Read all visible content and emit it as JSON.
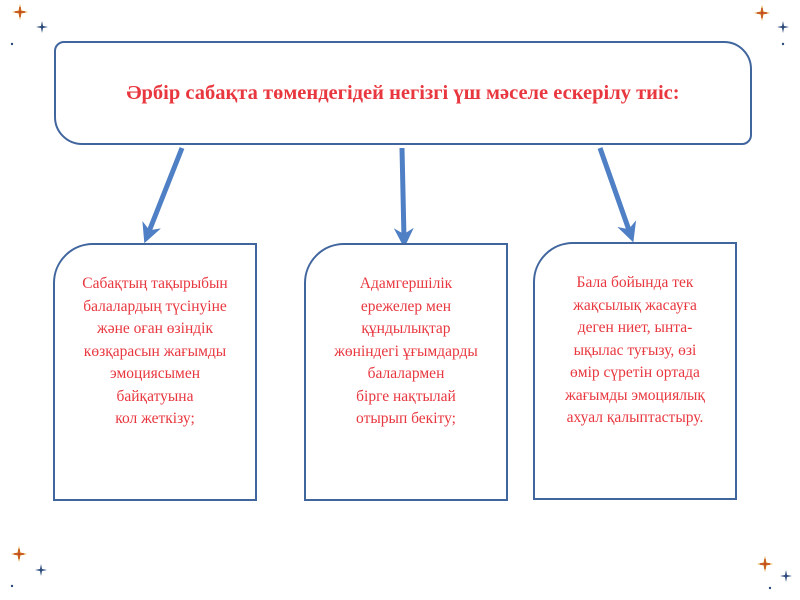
{
  "header": {
    "title": "Әрбір сабақта төмендегідей негізгі үш мәселе ескерілу тиіс:"
  },
  "cards": [
    {
      "text": "Сабақтың тақырыбын\nбалалардың түсінуіне\nжәне оған өзіндік\nкөзқарасын жағымды\nэмоциясымен\nбайқатуына\nкол жеткізу;"
    },
    {
      "text": "Адамгершілік\nережелер мен\nқұндылықтар\nжөніндегі ұғымдарды\nбалалармен\nбірге нақтылай\nотырып бекіту;"
    },
    {
      "text": "Бала бойында тек\nжақсылық жасауға\nдеген ниет, ынта-\nықылас туғызу, өзі\nөмір сүретін ортада\nжағымды эмоциялық\nахуал қалыптастыру."
    }
  ],
  "colors": {
    "text": "#e8373f",
    "border": "#41669e",
    "arrow": "#4f7fc4",
    "sparkle_red": "#c0392b",
    "sparkle_gold": "#d99a1c",
    "sparkle_blue": "#2b4a7a"
  }
}
